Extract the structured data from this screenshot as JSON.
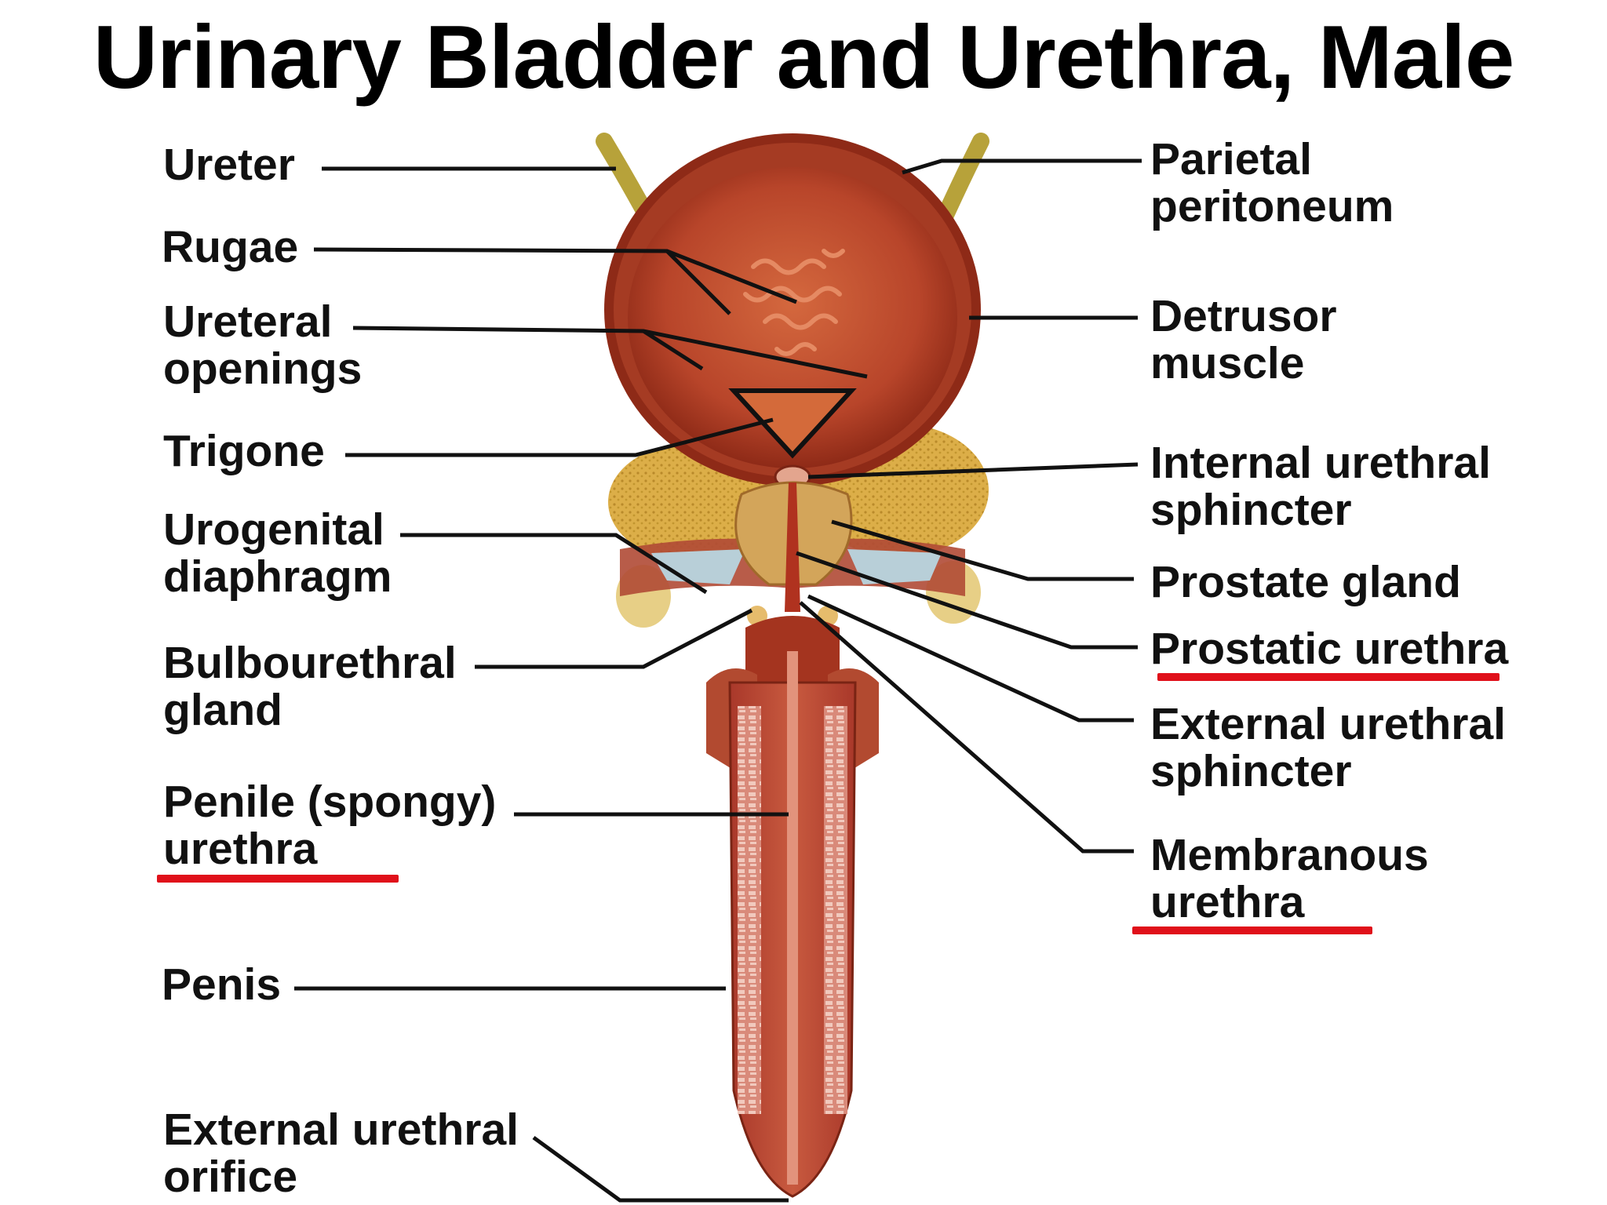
{
  "title": "Urinary Bladder and Urethra, Male",
  "labels": {
    "ureter": "Ureter",
    "rugae": "Rugae",
    "ureteral_openings": [
      "Ureteral",
      "openings"
    ],
    "trigone": "Trigone",
    "urogenital_diaphragm": [
      "Urogenital",
      "diaphragm"
    ],
    "bulbourethral_gland": [
      "Bulbourethral",
      "gland"
    ],
    "penile_urethra": [
      "Penile (spongy)",
      "urethra"
    ],
    "penis": "Penis",
    "external_urethral_orifice": [
      "External urethral",
      "orifice"
    ],
    "parietal_peritoneum": [
      "Parietal",
      "peritoneum"
    ],
    "detrusor_muscle": [
      "Detrusor",
      "muscle"
    ],
    "internal_urethral_sphincter": [
      "Internal urethral",
      "sphincter"
    ],
    "prostate_gland": "Prostate gland",
    "prostatic_urethra": "Prostatic urethra",
    "external_urethral_sphincter": [
      "External urethral",
      "sphincter"
    ],
    "membranous_urethra": [
      "Membranous",
      "urethra"
    ]
  },
  "highlighted": [
    "Prostatic urethra",
    "Penile (spongy) urethra",
    "Membranous urethra"
  ],
  "colors": {
    "background": "#ffffff",
    "text": "#111111",
    "highlight_underline": "#e0101a",
    "bladder": "#b53a22",
    "bladder_wall": "#8e2a17",
    "fat": "#d9a941",
    "urethra": "#c0442a"
  }
}
